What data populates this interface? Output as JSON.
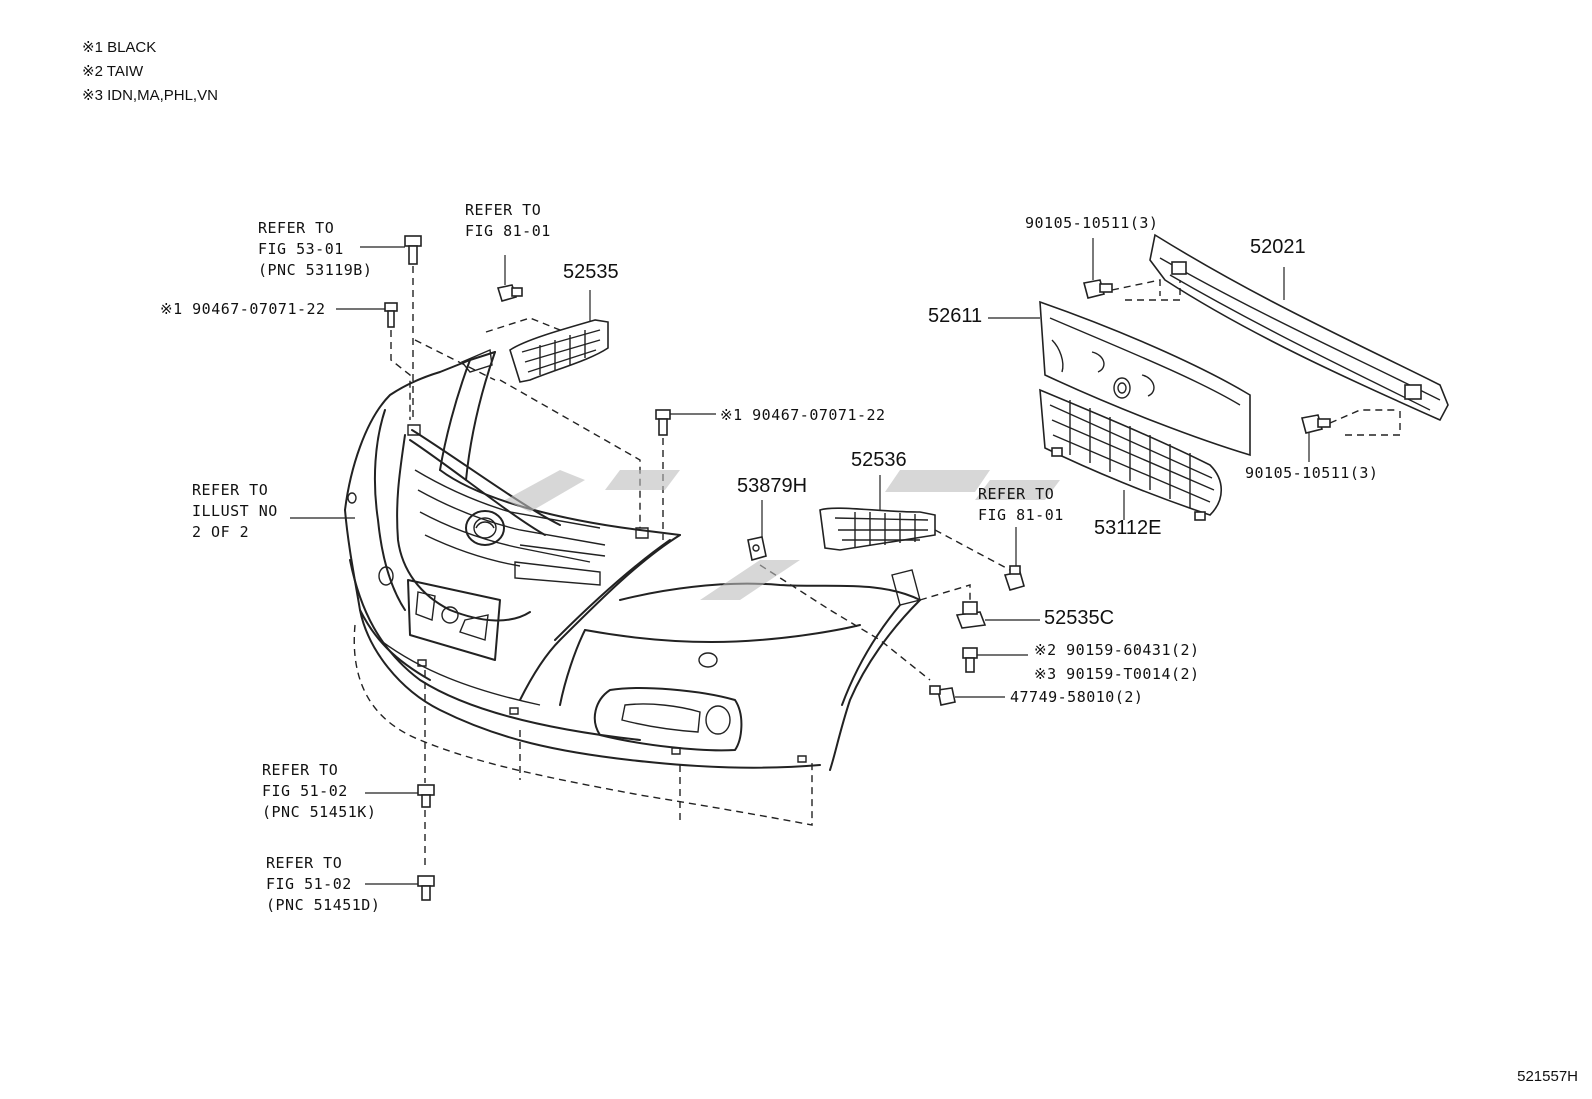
{
  "notes": [
    "※1 BLACK",
    "※2 TAIW",
    "※3 IDN,MA,PHL,VN"
  ],
  "labels": {
    "refer_53_01": "REFER TO\nFIG 53-01\n(PNC 53119B)",
    "refer_81_01_top": "REFER TO\nFIG 81-01",
    "part_52535": "52535",
    "part_90467_left": "※1 90467-07071-22",
    "part_90467_mid": "※1 90467-07071-22",
    "refer_illust": "REFER TO\nILLUST NO\n2 OF 2",
    "part_53879H": "53879H",
    "part_52536": "52536",
    "refer_81_01_right": "REFER TO\nFIG 81-01",
    "part_52535C": "52535C",
    "part_90159_60431": "※2 90159-60431(2)",
    "part_90159_T0014": "※3 90159-T0014(2)",
    "part_47749": "47749-58010(2)",
    "refer_51_02_a": "REFER TO\nFIG 51-02\n(PNC 51451K)",
    "refer_51_02_b": "REFER TO\nFIG 51-02\n(PNC 51451D)",
    "part_90105_top": "90105-10511(3)",
    "part_52021": "52021",
    "part_52611": "52611",
    "part_90105_right": "90105-10511(3)",
    "part_53112E": "53112E"
  },
  "figure_id": "521557H"
}
